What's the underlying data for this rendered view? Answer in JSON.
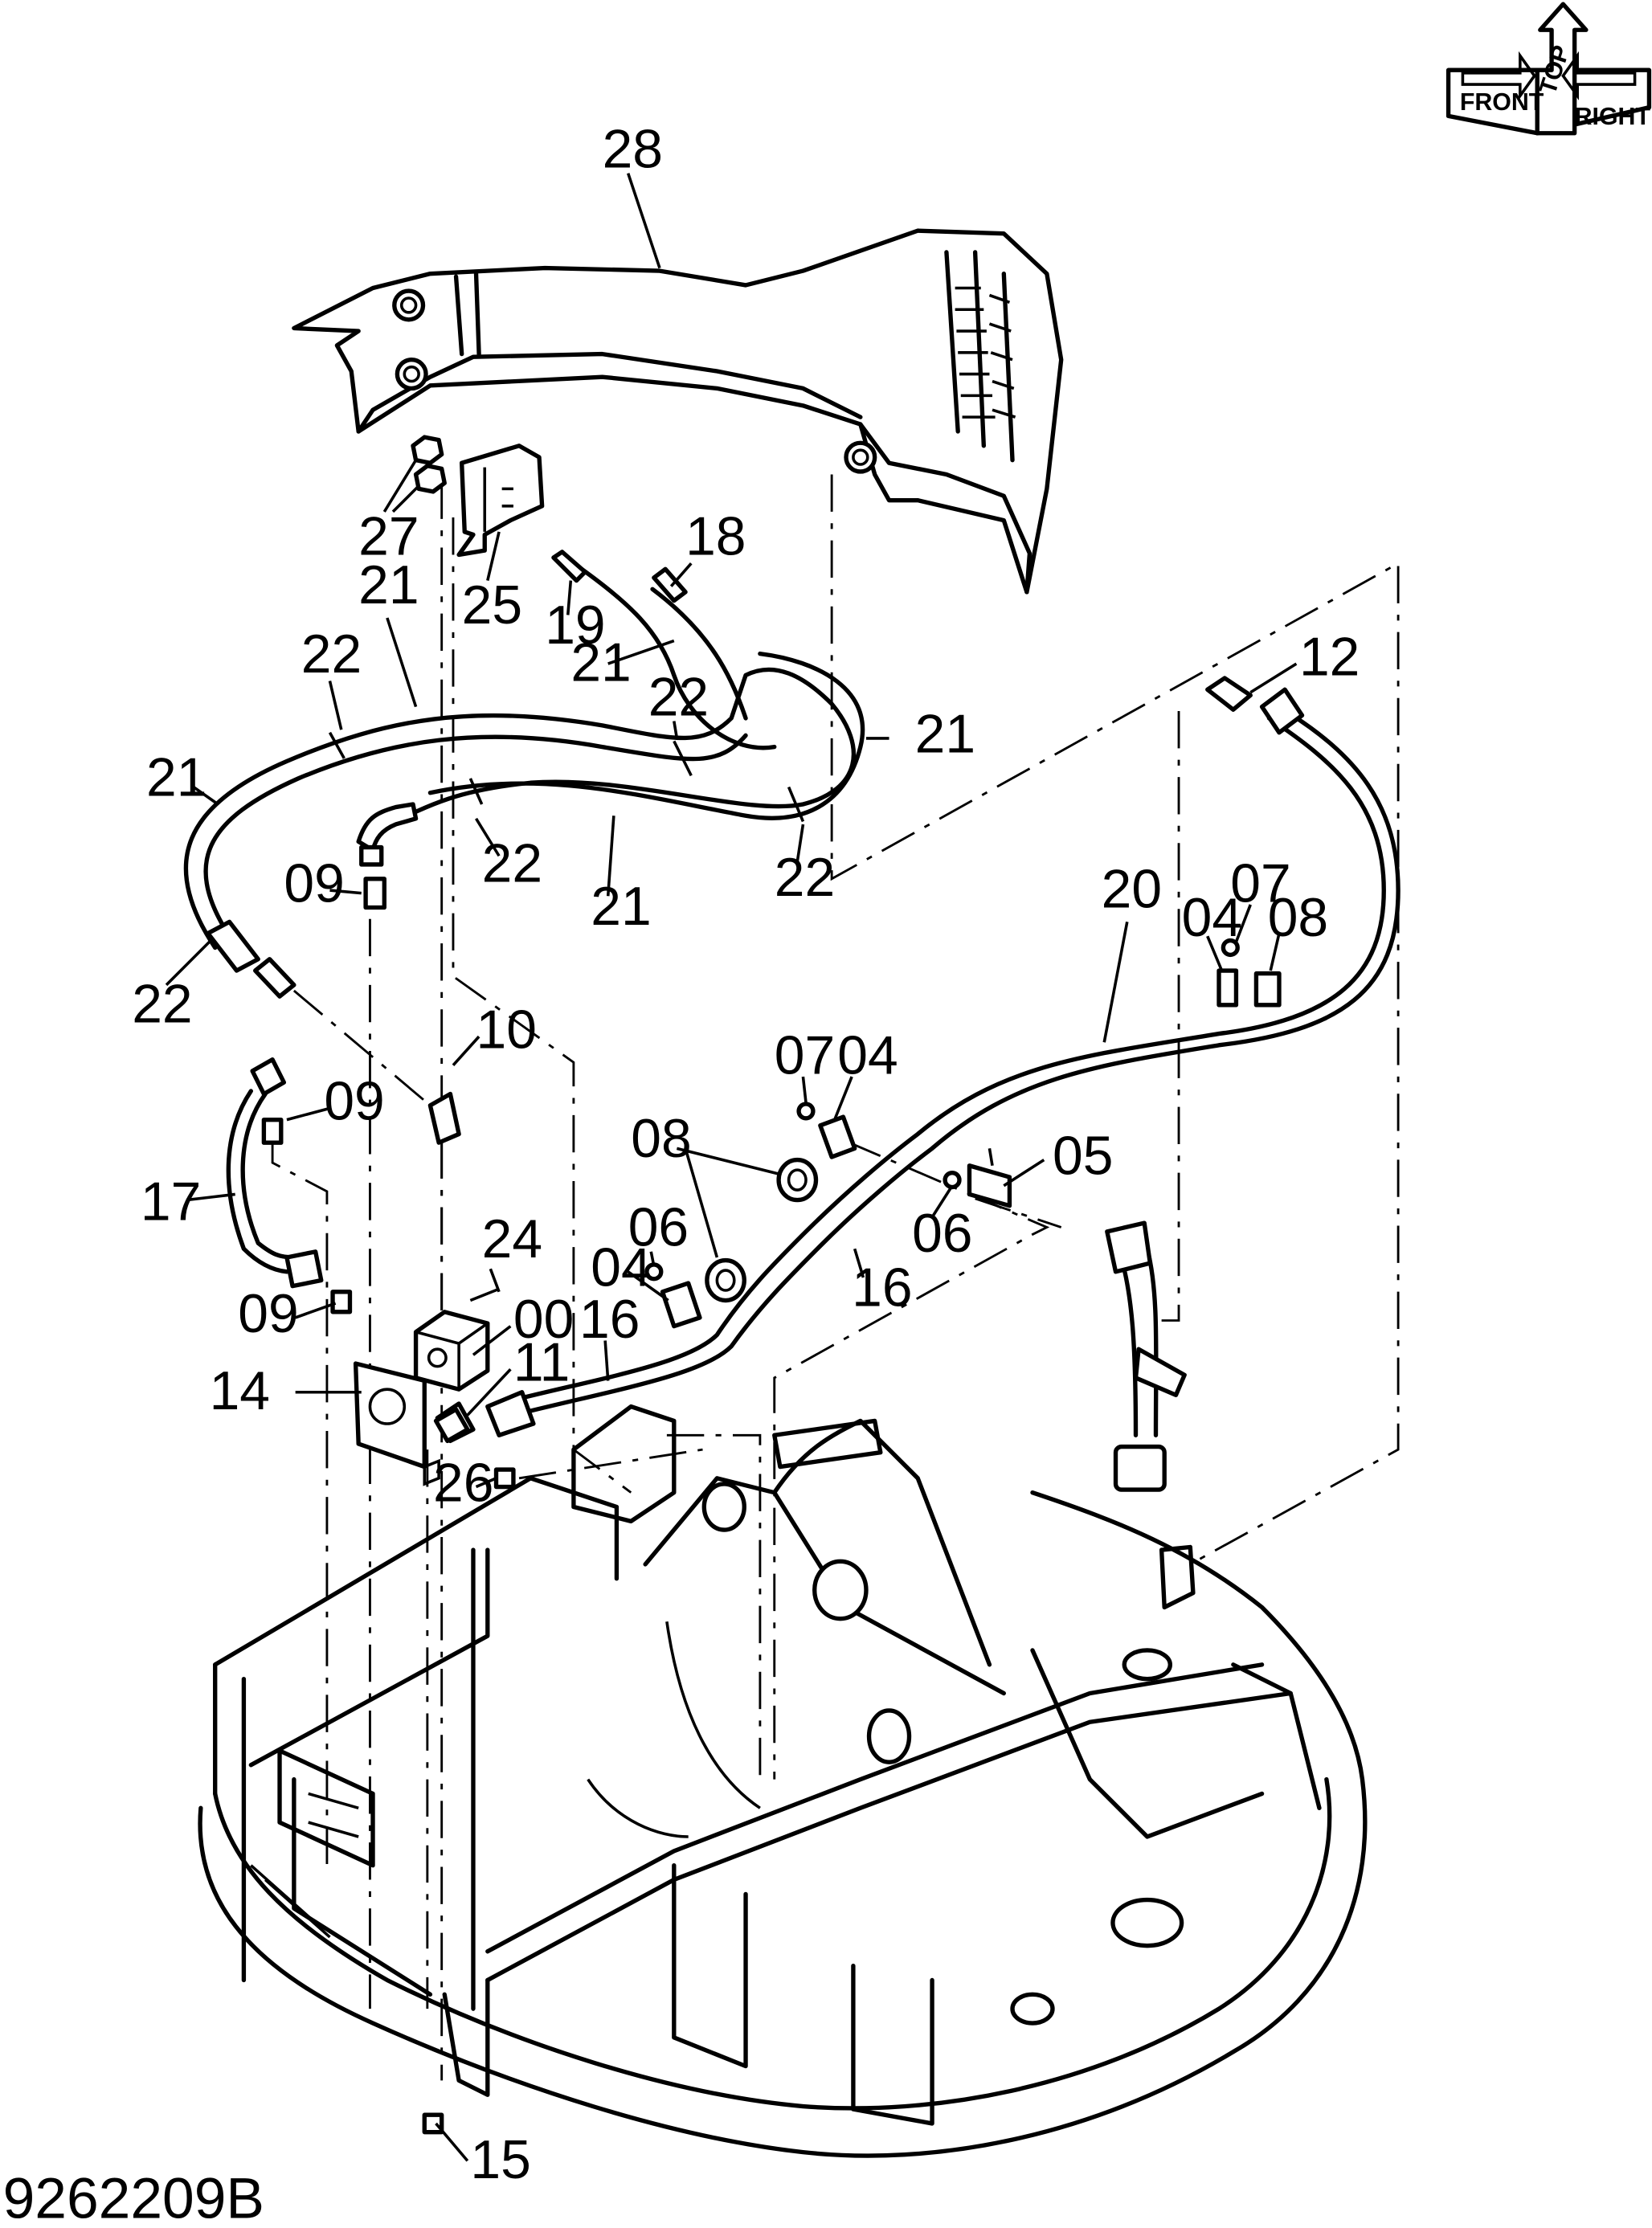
{
  "drawing_number": "9262209B",
  "compass": {
    "front": "FRONT",
    "top": "TOP",
    "right": "RIGHT"
  },
  "callouts": [
    {
      "id": "28",
      "text": "28"
    },
    {
      "id": "27",
      "text": "27"
    },
    {
      "id": "25",
      "text": "25"
    },
    {
      "id": "18",
      "text": "18"
    },
    {
      "id": "19",
      "text": "19"
    },
    {
      "id": "21a",
      "text": "21"
    },
    {
      "id": "21b",
      "text": "21"
    },
    {
      "id": "21c",
      "text": "21"
    },
    {
      "id": "21d",
      "text": "21"
    },
    {
      "id": "21e",
      "text": "21"
    },
    {
      "id": "22a",
      "text": "22"
    },
    {
      "id": "22b",
      "text": "22"
    },
    {
      "id": "22c",
      "text": "22"
    },
    {
      "id": "22d",
      "text": "22"
    },
    {
      "id": "22e",
      "text": "22"
    },
    {
      "id": "12",
      "text": "12"
    },
    {
      "id": "09a",
      "text": "09"
    },
    {
      "id": "09b",
      "text": "09"
    },
    {
      "id": "09c",
      "text": "09"
    },
    {
      "id": "10",
      "text": "10"
    },
    {
      "id": "20",
      "text": "20"
    },
    {
      "id": "07a",
      "text": "07"
    },
    {
      "id": "07b",
      "text": "07"
    },
    {
      "id": "04a",
      "text": "04"
    },
    {
      "id": "04b",
      "text": "04"
    },
    {
      "id": "04c",
      "text": "04"
    },
    {
      "id": "08a",
      "text": "08"
    },
    {
      "id": "08b",
      "text": "08"
    },
    {
      "id": "05",
      "text": "05"
    },
    {
      "id": "06a",
      "text": "06"
    },
    {
      "id": "06b",
      "text": "06"
    },
    {
      "id": "17",
      "text": "17"
    },
    {
      "id": "16a",
      "text": "16"
    },
    {
      "id": "16b",
      "text": "16"
    },
    {
      "id": "24",
      "text": "24"
    },
    {
      "id": "00",
      "text": "00"
    },
    {
      "id": "11",
      "text": "11"
    },
    {
      "id": "14",
      "text": "14"
    },
    {
      "id": "26",
      "text": "26"
    },
    {
      "id": "15",
      "text": "15"
    }
  ]
}
